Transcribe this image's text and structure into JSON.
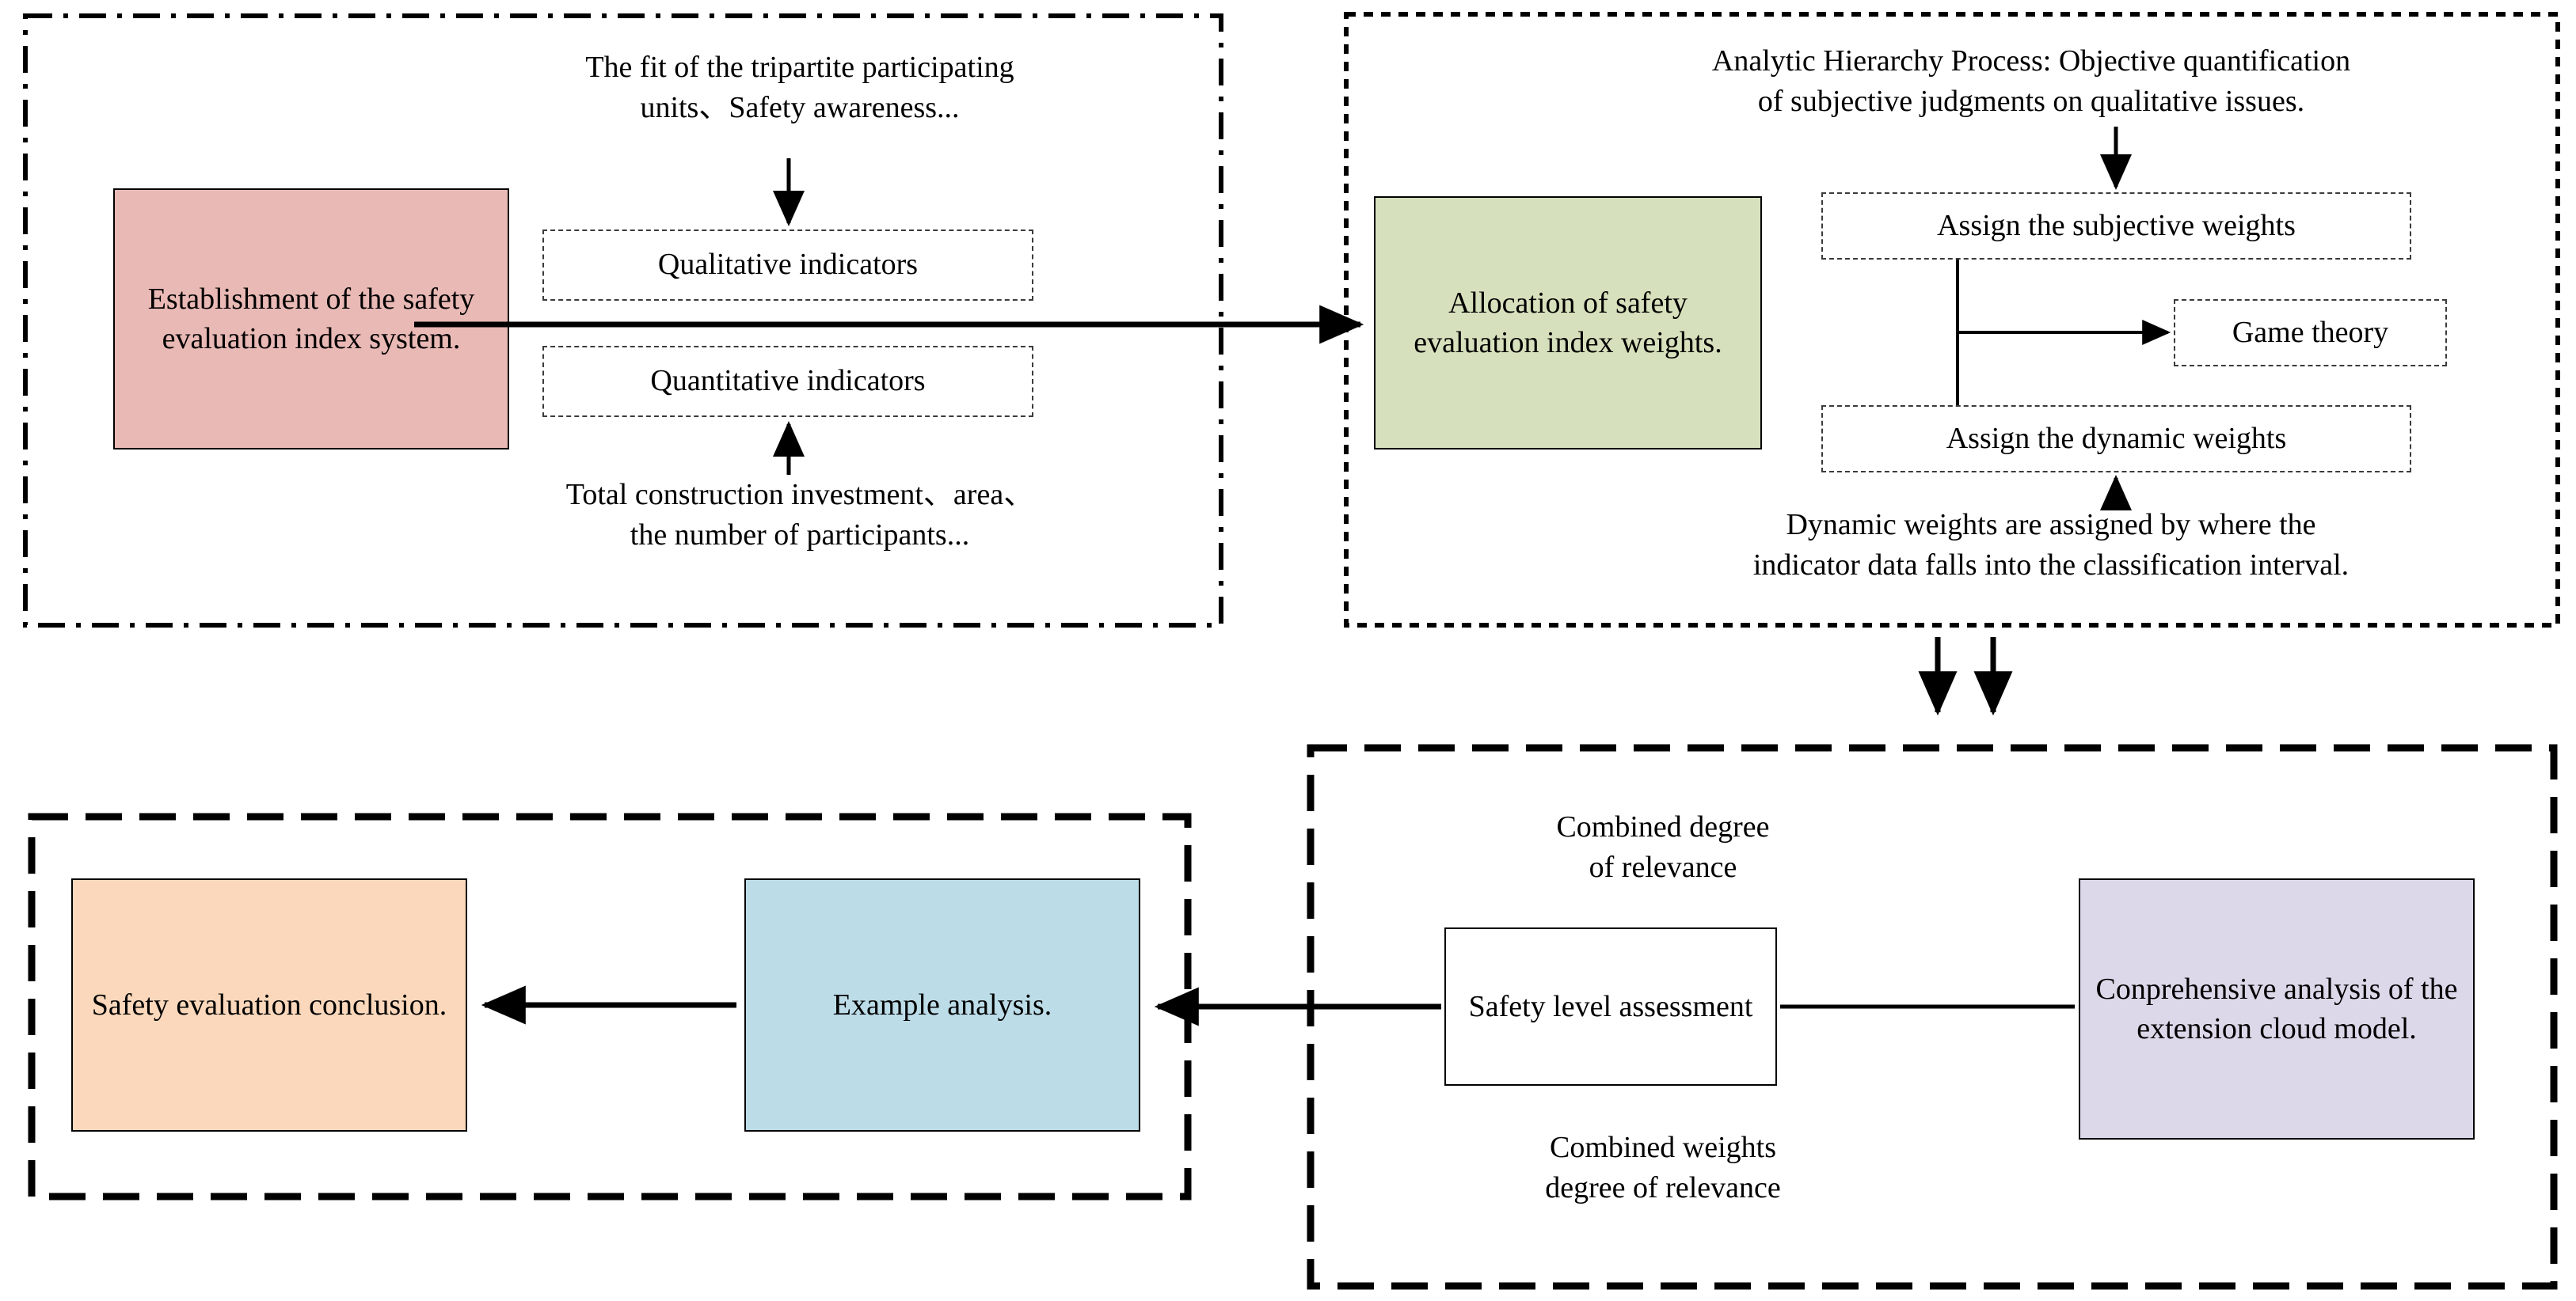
{
  "diagram": {
    "title": "Safety evaluation research framework flowchart",
    "colors": {
      "pink": "#e9b9b5",
      "green": "#d7e0bc",
      "orange": "#fbd8bb",
      "blue": "#bcdce8",
      "purple": "#ddd8e9",
      "white": "#ffffff",
      "outline": "#000000"
    }
  },
  "panel_index_system": {
    "top_caption": "The fit of the tripartite participating\nunits、Safety awareness...",
    "main_box": "Establishment of\nthe safety\nevaluation index\nsystem.",
    "qualitative_box": "Qualitative indicators",
    "quantitative_box": "Quantitative indicators",
    "bottom_caption": "Total construction investment、area、\nthe number of participants..."
  },
  "panel_weights": {
    "top_caption": "Analytic Hierarchy Process: Objective quantification\nof subjective judgments on qualitative issues.",
    "main_box": "Allocation of\nsafety evaluation\nindex weights.",
    "subjective_box": "Assign the subjective weights",
    "game_theory_box": "Game theory",
    "dynamic_box": "Assign the dynamic weights",
    "bottom_caption": "Dynamic weights are assigned by where the\nindicator data falls into the classification interval."
  },
  "panel_cloud_model": {
    "top_caption": "Combined degree\nof relevance",
    "assessment_box": "Safety level\nassessment",
    "model_box": "Conprehensive\nanalysis of the\nextension cloud\nmodel.",
    "bottom_caption": "Combined weights\ndegree of relevance"
  },
  "panel_conclusion": {
    "conclusion_box": "Safety evaluation\nconclusion.",
    "example_box": "Example analysis."
  },
  "chart_data": {
    "type": "diagram",
    "title": "Safety evaluation research framework flowchart",
    "nodes": [
      {
        "id": "index-system",
        "label": "Establishment of the safety evaluation index system.",
        "fill": "#e9b9b5",
        "shape": "rect"
      },
      {
        "id": "qualitative",
        "label": "Qualitative indicators",
        "fill": "none",
        "shape": "dashed-rect"
      },
      {
        "id": "quantitative",
        "label": "Quantitative indicators",
        "fill": "none",
        "shape": "dashed-rect"
      },
      {
        "id": "weights",
        "label": "Allocation of safety evaluation index weights.",
        "fill": "#d7e0bc",
        "shape": "rect"
      },
      {
        "id": "subjective",
        "label": "Assign the subjective weights",
        "fill": "none",
        "shape": "dashed-rect"
      },
      {
        "id": "game-theory",
        "label": "Game theory",
        "fill": "none",
        "shape": "dashed-rect"
      },
      {
        "id": "dynamic",
        "label": "Assign the dynamic weights",
        "fill": "none",
        "shape": "dashed-rect"
      },
      {
        "id": "cloud-model",
        "label": "Conprehensive analysis of the extension cloud model.",
        "fill": "#ddd8e9",
        "shape": "rect"
      },
      {
        "id": "safety-level",
        "label": "Safety level assessment",
        "fill": "#ffffff",
        "shape": "rect"
      },
      {
        "id": "example",
        "label": "Example analysis.",
        "fill": "#bcdce8",
        "shape": "rect"
      },
      {
        "id": "conclusion",
        "label": "Safety evaluation conclusion.",
        "fill": "#fbd8bb",
        "shape": "rect"
      }
    ],
    "edges": [
      {
        "from": "qual-caption",
        "to": "qualitative",
        "label": "The fit of the tripartite participating units、Safety awareness..."
      },
      {
        "from": "quant-caption",
        "to": "quantitative",
        "label": "Total construction investment、area、the number of participants..."
      },
      {
        "from": "index-system",
        "to": "weights",
        "label": ""
      },
      {
        "from": "ahp-caption",
        "to": "subjective",
        "label": "Analytic Hierarchy Process: Objective quantification of subjective judgments on qualitative issues."
      },
      {
        "from": "subjective",
        "to": "game-theory",
        "label": ""
      },
      {
        "from": "dynamic",
        "to": "game-theory",
        "label": ""
      },
      {
        "from": "dyn-caption",
        "to": "dynamic",
        "label": "Dynamic weights are assigned by where the indicator data falls into the classification interval."
      },
      {
        "from": "weights",
        "to": "cloud-model",
        "label": ""
      },
      {
        "from": "cloud-model",
        "to": "safety-level",
        "label": "Combined degree of relevance / Combined weights degree of relevance"
      },
      {
        "from": "safety-level",
        "to": "example",
        "label": ""
      },
      {
        "from": "example",
        "to": "conclusion",
        "label": ""
      }
    ],
    "groups": [
      {
        "id": "panel-index-system",
        "border": "dash-dot"
      },
      {
        "id": "panel-weights",
        "border": "dotted"
      },
      {
        "id": "panel-conclusion",
        "border": "dashed"
      },
      {
        "id": "panel-cloud-model",
        "border": "dashed"
      }
    ]
  }
}
